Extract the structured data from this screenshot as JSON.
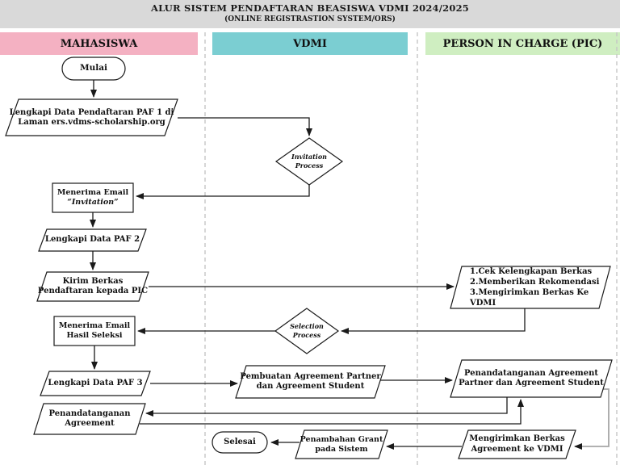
{
  "title": {
    "line1": "ALUR SISTEM PENDAFTARAN BEASISWA VDMI 2024/2025",
    "line2": "(ONLINE REGISTRASTION SYSTEM/ORS)"
  },
  "lanes": {
    "mahasiswa": {
      "label": "MAHASISWA",
      "color": "#f4b1c2"
    },
    "vdmi": {
      "label": "VDMI",
      "color": "#7bced2"
    },
    "pic": {
      "label": "PERSON IN CHARGE (PIC)",
      "color": "#cfeec1"
    }
  },
  "nodes": {
    "mulai": "Mulai",
    "paf1": "Lengkapi Data Pendaftaran PAF 1 di\nLaman ers.vdms-scholarship.org",
    "invitation_process": "Invitation\nProcess",
    "menerima_email_line1": "Menerima Email",
    "menerima_email_line2": "“Invitation”",
    "paf2": "Lengkapi Data PAF 2",
    "kirim_berkas": "Kirim Berkas\nPendaftaran kepada PIC",
    "pic_tasks": [
      "1.Cek Kelengkapan Berkas",
      "2.Memberikan Rekomendasi",
      "3.Mengirimkan Berkas Ke VDMI"
    ],
    "selection_process": "Selection\nProcess",
    "hasil_seleksi": "Menerima Email\nHasil Seleksi",
    "paf3": "Lengkapi Data PAF 3",
    "pembuatan_agreement": "Pembuatan Agreement Partner\ndan Agreement Student",
    "pic_penandatanganan": "Penandatanganan Agreement\nPartner dan Agreement Student",
    "penandatanganan": "Penandatanganan\nAgreement",
    "selesai": "Selesai",
    "penambahan_grant": "Penambahan Grant\npada Sistem",
    "mengirimkan_berkas": "Mengirimkan Berkas\nAgreement ke VDMI"
  },
  "colors": {
    "title_band": "#d9d9d9",
    "shape_stroke": "#1a1a1a",
    "gray_connector": "#a6a6a6",
    "lane_divider": "#c6c6c6"
  }
}
